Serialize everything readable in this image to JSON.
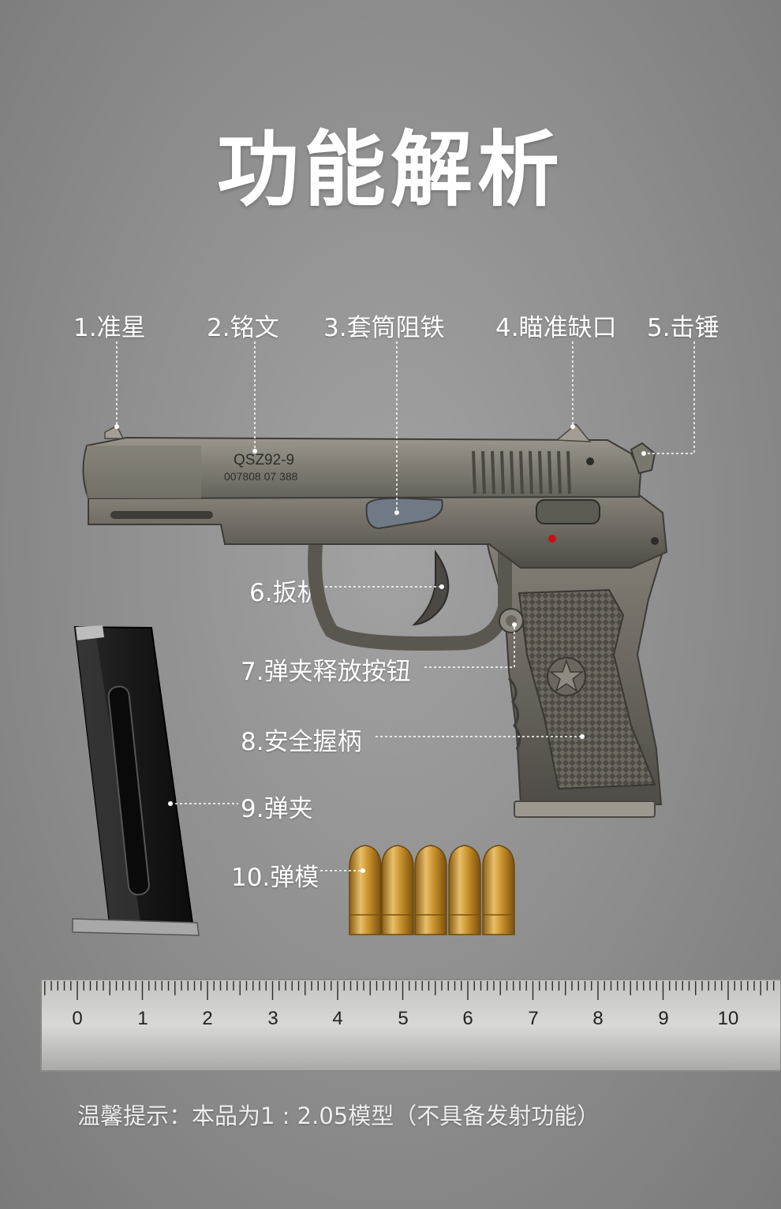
{
  "title": "功能解析",
  "labels": [
    {
      "id": "front-sight",
      "text": "1.准星"
    },
    {
      "id": "inscription",
      "text": "2.铭文"
    },
    {
      "id": "slide-stop",
      "text": "3.套筒阻铁"
    },
    {
      "id": "rear-sight",
      "text": "4.瞄准缺口"
    },
    {
      "id": "hammer",
      "text": "5.击锤"
    },
    {
      "id": "trigger",
      "text": "6.扳机"
    },
    {
      "id": "magazine-release",
      "text": "7.弹夹释放按钮"
    },
    {
      "id": "safety-grip",
      "text": "8.安全握柄"
    },
    {
      "id": "magazine",
      "text": "9.弹夹"
    },
    {
      "id": "bullet-model",
      "text": "10.弹模"
    }
  ],
  "engraving": {
    "model": "QSZ92-9",
    "serial": "007808 07 388"
  },
  "ruler": {
    "numbers": [
      "0",
      "1",
      "2",
      "3",
      "4",
      "5",
      "6",
      "7",
      "8",
      "9",
      "10"
    ]
  },
  "notice": "温馨提示：本品为1 : 2.05模型（不具备发射功能）",
  "colors": {
    "text": "#ffffff",
    "metal": "#6b6861",
    "brass": "#c9962f"
  }
}
